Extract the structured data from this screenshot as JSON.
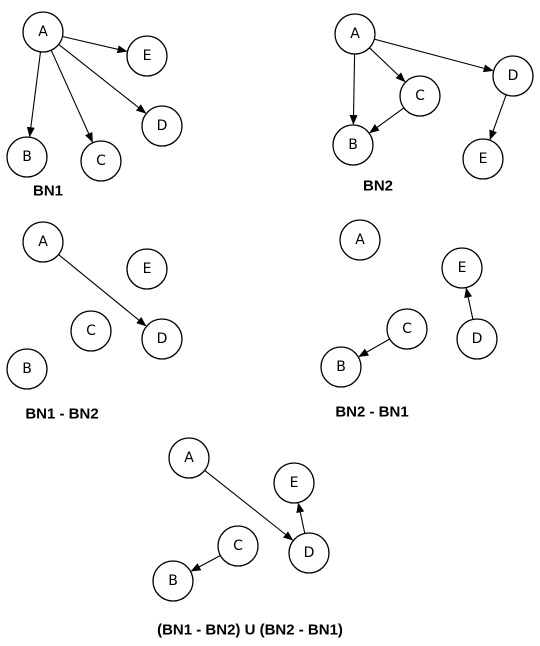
{
  "graphs": [
    {
      "id": "bn1",
      "caption": "BN1",
      "nodes": [
        "A",
        "B",
        "C",
        "D",
        "E"
      ],
      "edges": [
        [
          "A",
          "E"
        ],
        [
          "A",
          "B"
        ],
        [
          "A",
          "C"
        ],
        [
          "A",
          "D"
        ]
      ]
    },
    {
      "id": "bn2",
      "caption": "BN2",
      "nodes": [
        "A",
        "B",
        "C",
        "D",
        "E"
      ],
      "edges": [
        [
          "A",
          "B"
        ],
        [
          "A",
          "C"
        ],
        [
          "A",
          "D"
        ],
        [
          "C",
          "B"
        ],
        [
          "D",
          "E"
        ]
      ]
    },
    {
      "id": "bn1-minus-bn2",
      "caption": "BN1 - BN2",
      "nodes": [
        "A",
        "B",
        "C",
        "D",
        "E"
      ],
      "edges": [
        [
          "A",
          "D"
        ]
      ]
    },
    {
      "id": "bn2-minus-bn1",
      "caption": "BN2 - BN1",
      "nodes": [
        "A",
        "B",
        "C",
        "D",
        "E"
      ],
      "edges": [
        [
          "C",
          "B"
        ],
        [
          "D",
          "E"
        ]
      ]
    },
    {
      "id": "union",
      "caption": "(BN1 - BN2) U (BN2 - BN1)",
      "nodes": [
        "A",
        "B",
        "C",
        "D",
        "E"
      ],
      "edges": [
        [
          "A",
          "D"
        ],
        [
          "C",
          "B"
        ],
        [
          "D",
          "E"
        ]
      ]
    }
  ]
}
